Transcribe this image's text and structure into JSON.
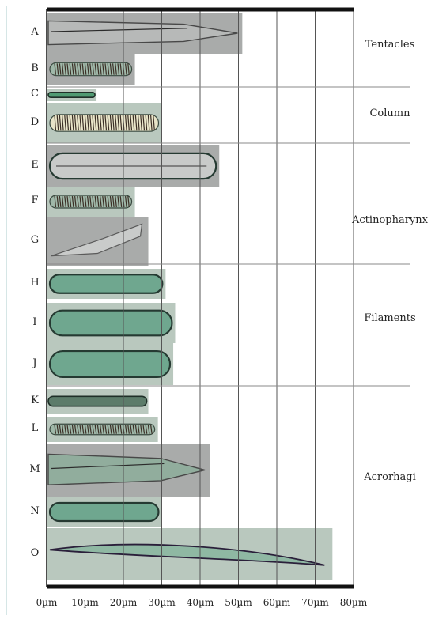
{
  "axis": {
    "ticks": [
      "0µm",
      "10µm",
      "20µm",
      "30µm",
      "40µm",
      "50µm",
      "60µm",
      "70µm",
      "80µm"
    ],
    "range": [
      0,
      80
    ],
    "unit": "µm"
  },
  "groups": [
    {
      "name": "Tentacles",
      "from": "A",
      "to": "B"
    },
    {
      "name": "Column",
      "from": "C",
      "to": "D"
    },
    {
      "name": "Actinopharynx",
      "from": "E",
      "to": "G"
    },
    {
      "name": "Filaments",
      "from": "H",
      "to": "J"
    },
    {
      "name": "Acrorhagi",
      "from": "K",
      "to": "O"
    }
  ],
  "specimens": [
    {
      "label": "A",
      "length": 51,
      "style": "gray-wide"
    },
    {
      "label": "B",
      "length": 23,
      "style": "gray-banded"
    },
    {
      "label": "C",
      "length": 13,
      "style": "green-thin"
    },
    {
      "label": "D",
      "length": 30,
      "style": "light-banded"
    },
    {
      "label": "E",
      "length": 45,
      "style": "gray-capsule"
    },
    {
      "label": "F",
      "length": 23,
      "style": "green-banded"
    },
    {
      "label": "G",
      "length": 26.5,
      "style": "gray-fragment"
    },
    {
      "label": "H",
      "length": 31,
      "style": "green-capsule"
    },
    {
      "label": "I",
      "length": 33.5,
      "style": "green-capsule"
    },
    {
      "label": "J",
      "length": 33,
      "style": "green-capsule"
    },
    {
      "label": "K",
      "length": 26.5,
      "style": "dark-thin"
    },
    {
      "label": "L",
      "length": 29,
      "style": "green-banded"
    },
    {
      "label": "M",
      "length": 42.5,
      "style": "gray-wide"
    },
    {
      "label": "N",
      "length": 30,
      "style": "green-capsule"
    },
    {
      "label": "O",
      "length": 74.5,
      "style": "green-spindle"
    }
  ],
  "colors": {
    "gridline": "#555555",
    "separator": "#8a8a8a",
    "axis_bar": "#111111",
    "gray_bg": "#a9abaa",
    "green_bg": "#b9c8be",
    "capsule_fill": "#6fa78f",
    "capsule_edge": "#253a32"
  }
}
